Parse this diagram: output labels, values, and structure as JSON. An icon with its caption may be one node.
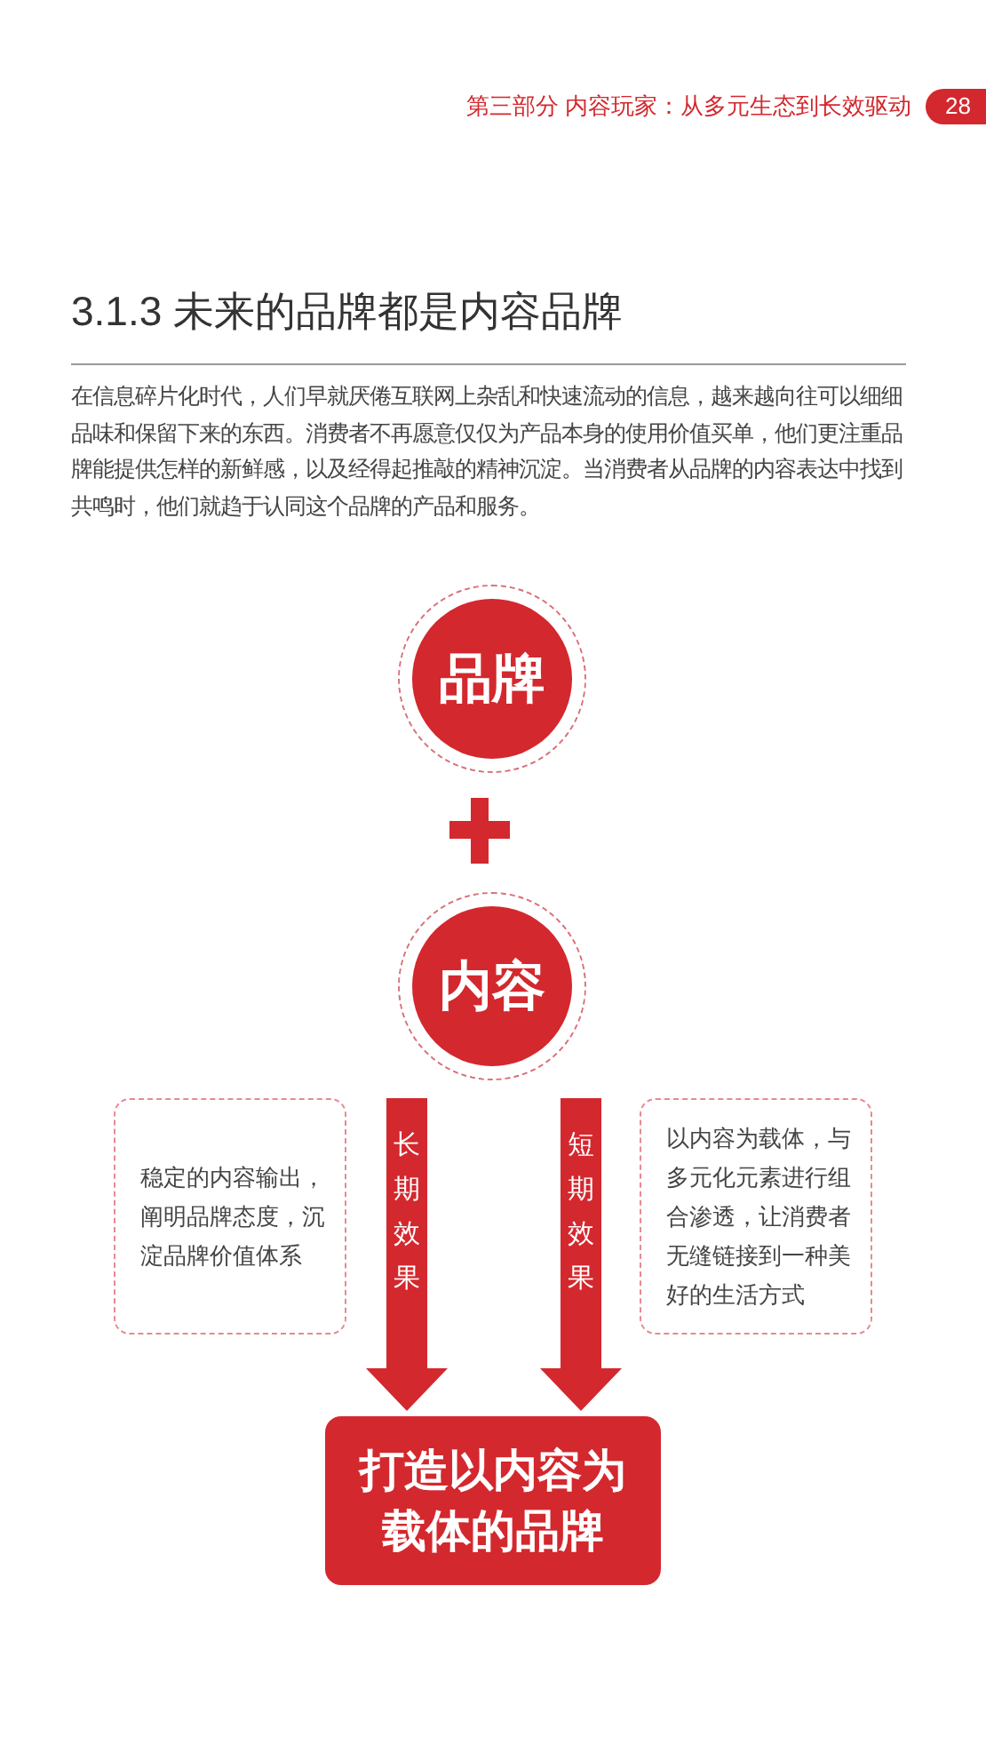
{
  "diagram": {
    "title": "3.1.3 未来的品牌都是内容品牌",
    "nodes": [
      {
        "text": [
          "品牌"
        ]
      },
      {
        "text": [
          "内容"
        ]
      },
      {
        "text": [
          "稳定的内容输出，阐明品牌态度，沉淀品牌价值体系"
        ]
      },
      {
        "text": [
          "以内容为载体，与多元化元素进行组合渗透，让消费者无缝链接到一种美好的生活方式"
        ]
      },
      {
        "text": [
          "打造以内容为载体的品牌"
        ]
      }
    ],
    "edges": [
      {
        "from": 1,
        "to": 4,
        "arrow": "to",
        "label": "长期效果"
      },
      {
        "from": 1,
        "to": 4,
        "arrow": "to",
        "label": "短期效果"
      }
    ],
    "labels": [
      "第三部分 内容玩家：从多元生态到长效驱动",
      "28",
      "在信息碎片化时代，人们早就厌倦互联网上杂乱和快速流动的信息，越来越向往可以细细品味和保留下来的东西。消费者不再愿意仅仅为产品本身的使用价值买单，他们更注重品牌能提供怎样的新鲜感，以及经得起推敲的精神沉淀。当消费者从品牌的内容表达中找到共鸣时，他们就趋于认同这个品牌的产品和服务。"
    ]
  }
}
